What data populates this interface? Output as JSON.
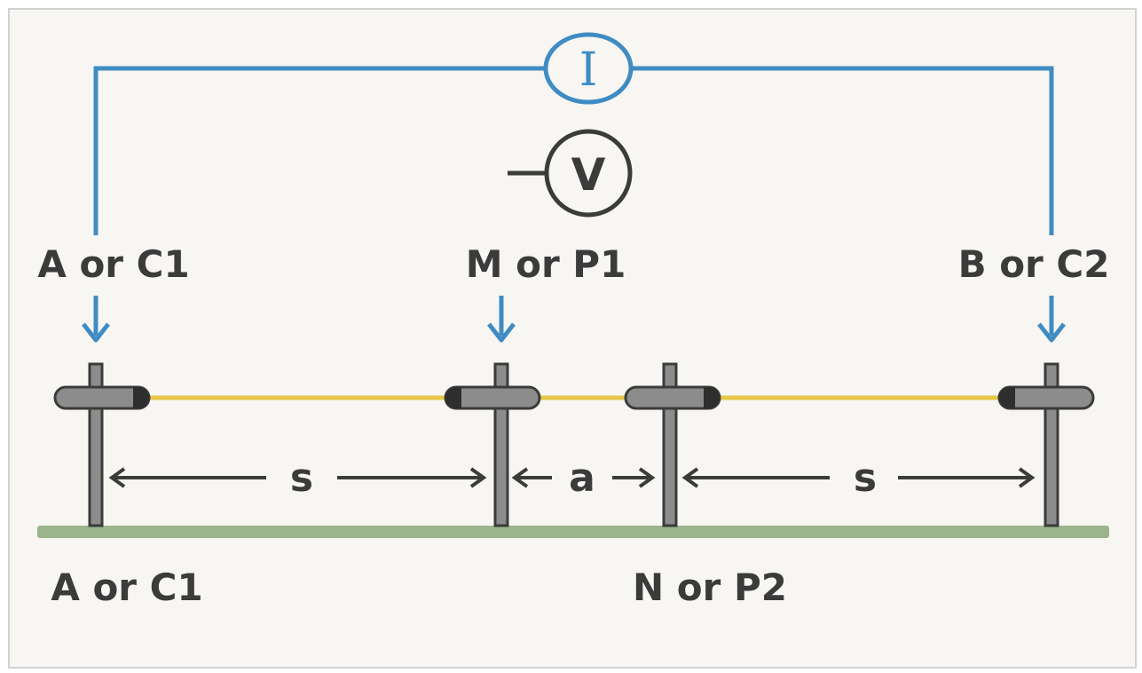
{
  "labels": {
    "electrode_a_top": "A or C1",
    "electrode_m_top": "M or P1",
    "electrode_b_top": "B or C2",
    "electrode_a_bottom": "A or C1",
    "electrode_n_bottom": "N or P2"
  },
  "meters": {
    "current_symbol": "I",
    "voltage_symbol": "V"
  },
  "spacings": {
    "outer_left": "s",
    "inner": "a",
    "outer_right": "s"
  },
  "colors": {
    "current_wire": "#3f8cc4",
    "cable": "#e8c84a",
    "ground": "#9bb48c",
    "electrode_metal": "#8c8c8c",
    "text": "#3b3b3b",
    "background": "#f8f6f2"
  }
}
